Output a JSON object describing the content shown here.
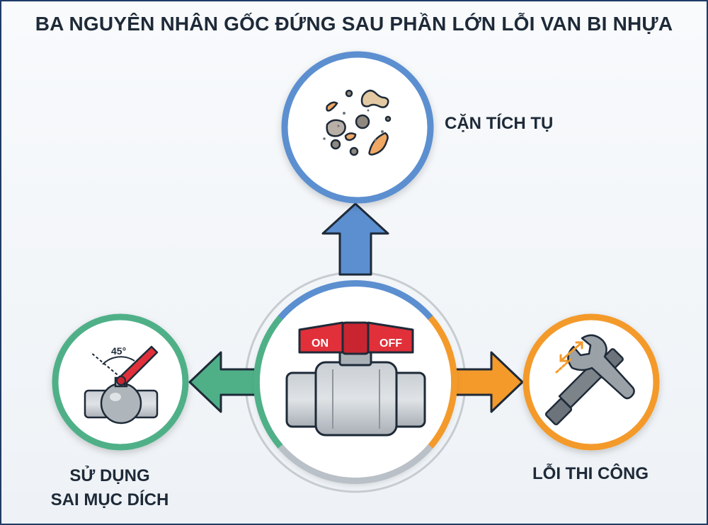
{
  "title": "BA NGUYÊN NHÂN GỐC ĐỨNG SAU PHẦN LỚN LỖI VAN BI NHỰA",
  "center": {
    "valve_on_label": "ON",
    "valve_off_label": "OFF"
  },
  "causes": {
    "top": {
      "label": "CẶN TÍCH TỤ",
      "icon": "debris-icon",
      "color": "#5b8fd0"
    },
    "left": {
      "label_line1": "SỬ DỤNG",
      "label_line2": "SAI MỤC DÍCH",
      "icon": "angled-valve-icon",
      "angle_text": "45°",
      "color": "#4fb088"
    },
    "right": {
      "label": "LỖI THI CÔNG",
      "icon": "wrench-pipe-icon",
      "color": "#f39a2b"
    }
  },
  "colors": {
    "blue": "#5b8fd0",
    "green": "#4fb088",
    "orange": "#f39a2b",
    "gray": "#b9c0c7",
    "red": "#e1303a",
    "dark": "#1e2a38"
  }
}
